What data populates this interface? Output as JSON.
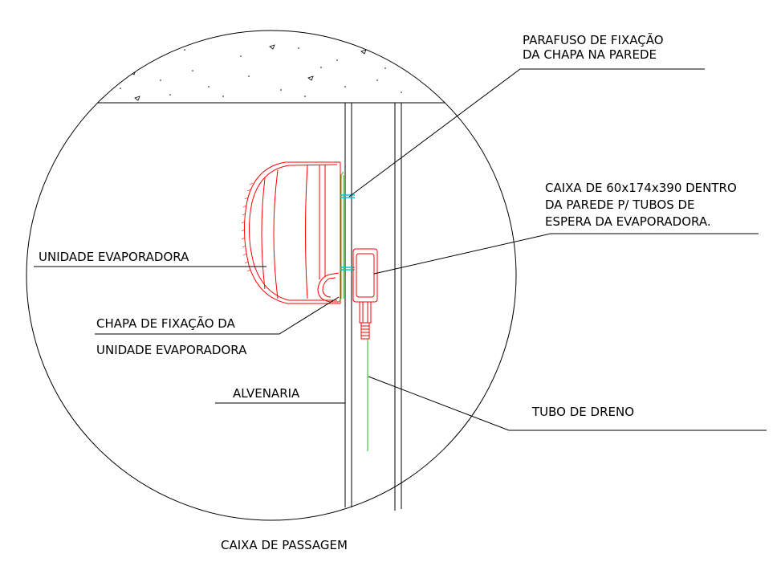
{
  "labels": {
    "parafuso_l1": "PARAFUSO DE FIXAÇÃO",
    "parafuso_l2": "DA CHAPA NA PAREDE",
    "caixa_l1": "CAIXA DE 60x174x390 DENTRO",
    "caixa_l2": "DA PAREDE P/ TUBOS DE",
    "caixa_l3": "ESPERA DA EVAPORADORA.",
    "unidade": "UNIDADE EVAPORADORA",
    "chapa_l1": "CHAPA DE FIXAÇÃO DA",
    "chapa_l2": "UNIDADE EVAPORADORA",
    "alvenaria": "ALVENARIA",
    "tubo": "TUBO DE DRENO",
    "titulo": "CAIXA DE PASSAGEM"
  },
  "colors": {
    "line": "#000000",
    "unit": "#ff0000",
    "plate": "#00cc00",
    "screw": "#00cccc"
  }
}
